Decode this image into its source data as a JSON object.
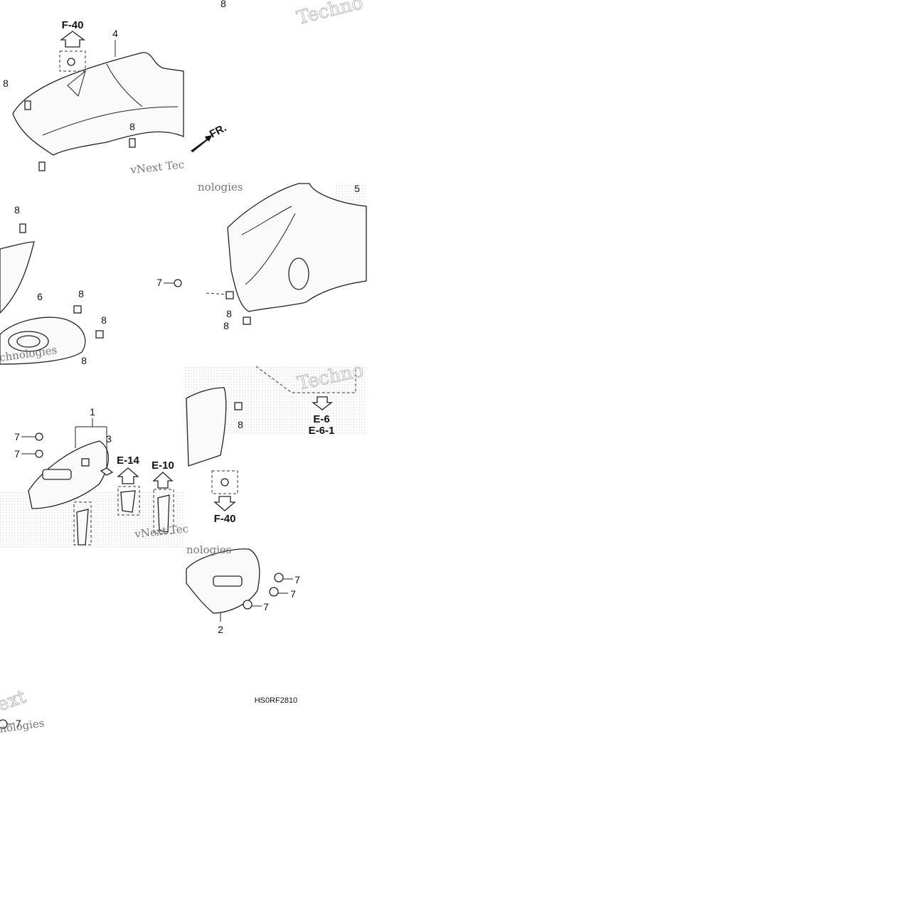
{
  "diagram": {
    "drawing_code": "HS0RF2810",
    "front_marker": "FR.",
    "callouts": {
      "c1": "1",
      "c2": "2",
      "c3": "3",
      "c4": "4",
      "c5": "5",
      "c6": "6",
      "c7": "7",
      "c8": "8"
    },
    "references": {
      "f40": "F-40",
      "e14": "E-14",
      "e10": "E-10",
      "e6": "E-6",
      "e61": "E-6-1"
    },
    "watermark": {
      "w1": "Techno",
      "w2": "vNext Tec",
      "w3": "nologies",
      "w4": "ext",
      "w5": "chnologies"
    }
  }
}
